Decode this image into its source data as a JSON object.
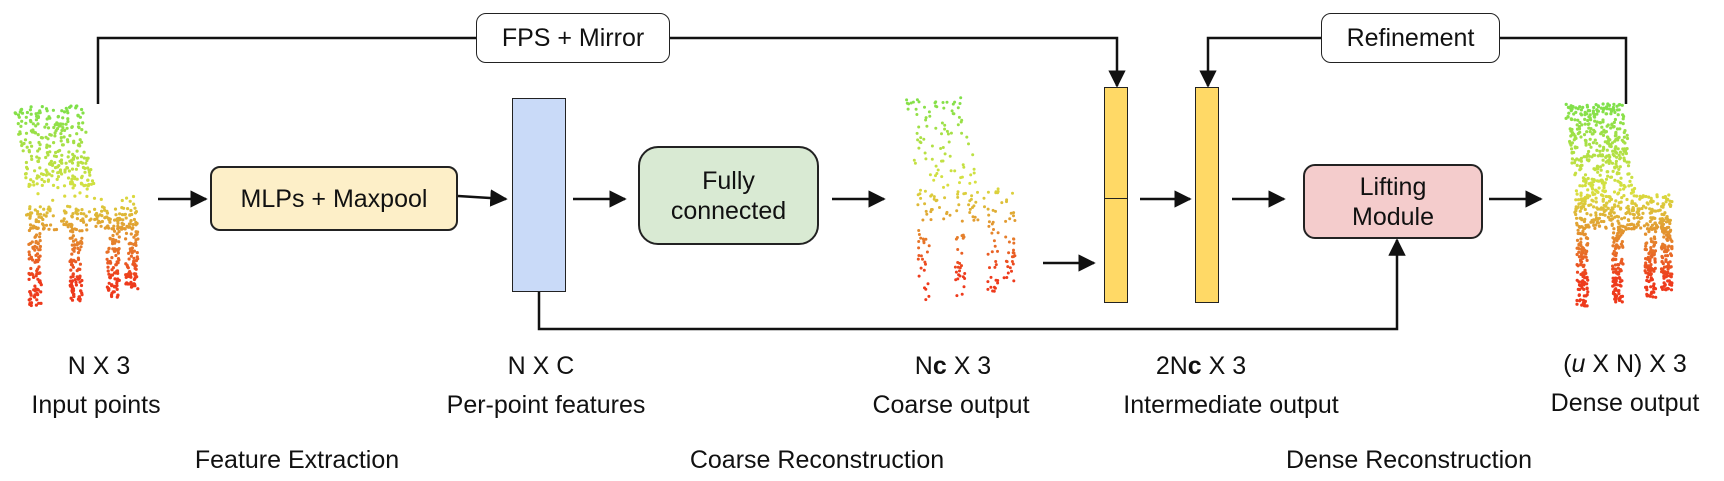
{
  "boxes": {
    "mlps": "MLPs + Maxpool",
    "fully_connected": "Fully\nconnected",
    "lifting": "Lifting\nModule",
    "fps_mirror": "FPS + Mirror",
    "refinement": "Refinement"
  },
  "point_clouds": {
    "input": "input-chair-point-cloud",
    "coarse": "coarse-chair-point-cloud",
    "dense": "dense-chair-point-cloud"
  },
  "labels": {
    "input": {
      "shape": "N X 3",
      "caption": "Input points"
    },
    "features": {
      "shape": "N X C",
      "caption": "Per-point features"
    },
    "coarse": {
      "shape_prefix": "N",
      "shape_bold": "c",
      "shape_suffix": " X 3",
      "caption": "Coarse output"
    },
    "intermediate": {
      "shape_prefix": "2N",
      "shape_bold": "c",
      "shape_suffix": " X 3",
      "caption": "Intermediate output"
    },
    "dense": {
      "shape_open": "(",
      "shape_italic": "u",
      "shape_rest": " X N) X 3",
      "caption": "Dense output"
    }
  },
  "stages": {
    "feature_extraction": "Feature Extraction",
    "coarse_reconstruction": "Coarse Reconstruction",
    "dense_reconstruction": "Dense Reconstruction"
  },
  "colors": {
    "mlp_fill": "#fdefc8",
    "fc_fill": "#d9ead3",
    "lifting_fill": "#f4cccc",
    "feature_bar": "#c9daf8",
    "intermediate_bar": "#ffd966",
    "cloud_top": "#7ee04a",
    "cloud_mid": "#d9e040",
    "cloud_bottom": "#ee3a1c"
  }
}
